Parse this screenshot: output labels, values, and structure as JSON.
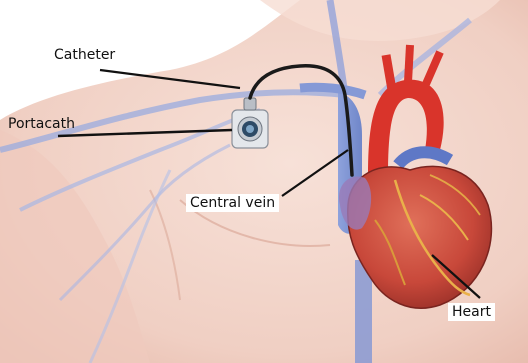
{
  "labels": {
    "catheter": "Catheter",
    "portacath": "Portacath",
    "central_vein": "Central vein",
    "heart": "Heart"
  },
  "colors": {
    "background": "#ffffff",
    "skin": "#f4d7cd",
    "skin_shadow": "#e9bfb2",
    "vein": "#7f95d4",
    "vein_light": "#b9c4ea",
    "heart": "#c8483a",
    "heart_dark": "#8e2a24",
    "artery": "#d9342b",
    "catheter": "#1a1a1a",
    "port_body": "#dfe3e8",
    "port_center": "#2d4a66",
    "label_text": "#111111"
  }
}
